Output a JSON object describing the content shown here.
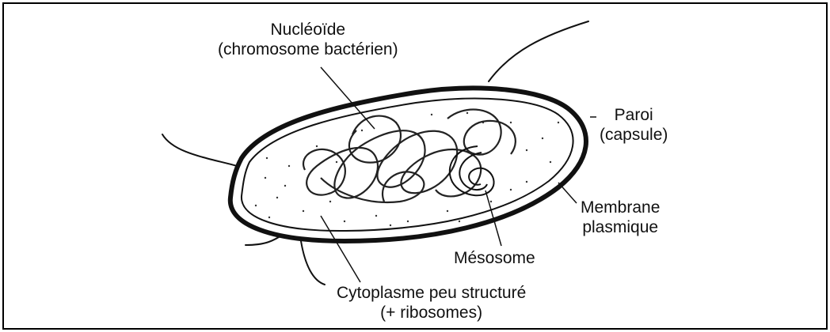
{
  "labels": {
    "nucleoid": {
      "line1": "Nucléoïde",
      "line2": "(chromosome bactérien)"
    },
    "wall": {
      "line1": "Paroi",
      "line2": "(capsule)"
    },
    "membrane": {
      "line1": "Membrane",
      "line2": "plasmique"
    },
    "mesosome": {
      "line1": "Mésosome"
    },
    "cytoplasm": {
      "line1": "Cytoplasme peu structuré",
      "line2": "(+ ribosomes)"
    }
  },
  "colors": {
    "ink": "#111111",
    "background": "#ffffff"
  }
}
